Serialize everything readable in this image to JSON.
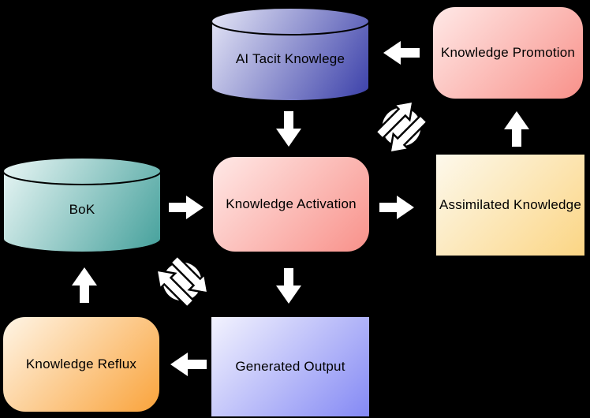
{
  "diagram": {
    "background": "#000000",
    "arrow_color": "#ffffff",
    "nodes": {
      "ai_tacit_knowledge": {
        "label": "AI Tacit Knowlege",
        "shape": "cylinder",
        "gradient": [
          "#e9eaf8",
          "#383da8"
        ]
      },
      "knowledge_promotion": {
        "label": "Knowledge Promotion",
        "shape": "rounded-rect",
        "gradient": [
          "#ffe9e7",
          "#f8918a"
        ]
      },
      "bok": {
        "label": "BoK",
        "shape": "cylinder",
        "gradient": [
          "#edf8f7",
          "#429f9a"
        ]
      },
      "knowledge_activation": {
        "label": "Knowledge Activation",
        "shape": "rounded-rect",
        "gradient": [
          "#ffe9e7",
          "#f8918a"
        ]
      },
      "assimilated_knowledge": {
        "label": "Assimilated Knowledge",
        "shape": "rect",
        "gradient": [
          "#fdf9ec",
          "#fbd584"
        ]
      },
      "knowledge_reflux": {
        "label": "Knowledge Reflux",
        "shape": "rounded-rect",
        "gradient": [
          "#fff5e6",
          "#f9a33b"
        ]
      },
      "generated_output": {
        "label": "Generated Output",
        "shape": "rect",
        "gradient": [
          "#f3f3fe",
          "#8489f4"
        ]
      }
    },
    "connections": [
      {
        "from": "knowledge_promotion",
        "to": "ai_tacit_knowledge",
        "style": "block-arrow",
        "direction": "left"
      },
      {
        "from": "ai_tacit_knowledge",
        "to": "knowledge_activation",
        "style": "block-arrow",
        "direction": "down"
      },
      {
        "from": "bok",
        "to": "knowledge_activation",
        "style": "block-arrow",
        "direction": "right"
      },
      {
        "from": "knowledge_activation",
        "to": "assimilated_knowledge",
        "style": "block-arrow",
        "direction": "right"
      },
      {
        "from": "assimilated_knowledge",
        "to": "knowledge_promotion",
        "style": "block-arrow",
        "direction": "up"
      },
      {
        "from": "knowledge_activation",
        "to": "generated_output",
        "style": "block-arrow",
        "direction": "down"
      },
      {
        "from": "generated_output",
        "to": "knowledge_reflux",
        "style": "block-arrow",
        "direction": "left"
      },
      {
        "from": "knowledge_reflux",
        "to": "bok",
        "style": "block-arrow",
        "direction": "up"
      },
      {
        "between": [
          "knowledge_activation",
          "knowledge_promotion"
        ],
        "style": "sync-cycle-icon"
      },
      {
        "between": [
          "knowledge_activation",
          "knowledge_reflux"
        ],
        "style": "sync-cycle-icon"
      }
    ]
  }
}
